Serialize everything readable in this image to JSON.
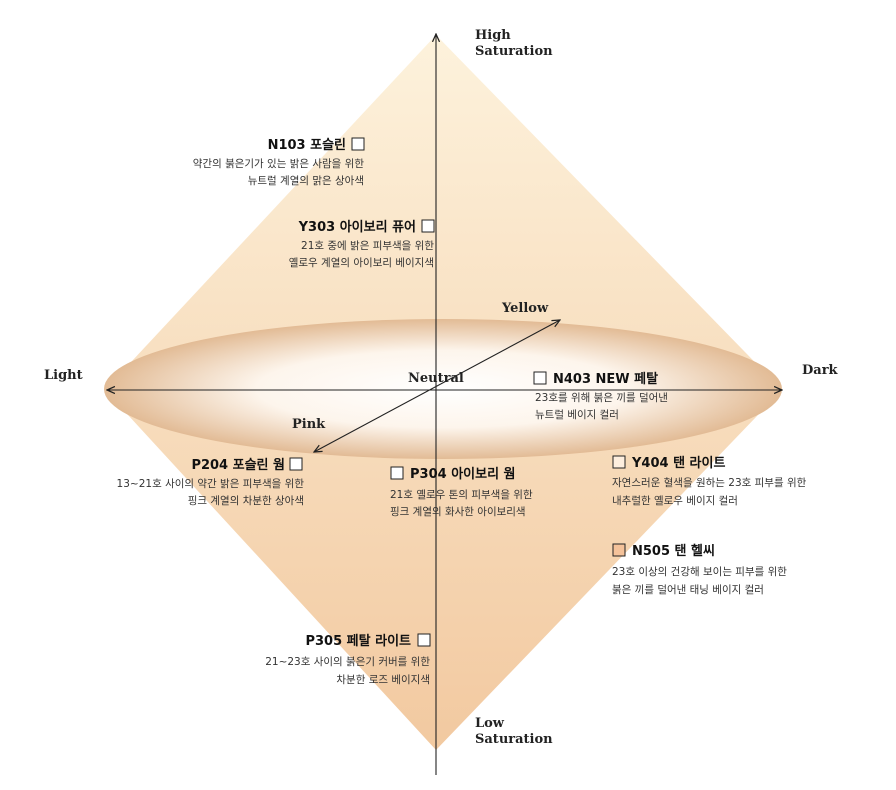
{
  "axes": {
    "top_line1": "High",
    "top_line2": "Saturation",
    "bottom_line1": "Low",
    "bottom_line2": "Saturation",
    "left": "Light",
    "right": "Dark",
    "yellow": "Yellow",
    "pink": "Pink",
    "neutral": "Neutral"
  },
  "colors": {
    "diamond_top": "#fdf2dc",
    "diamond_bottom": "#f2c9a0",
    "ellipse_center": "#ffffff",
    "ellipse_edge": "#e2bb95",
    "swatch_y404": "#fdeede",
    "swatch_n505": "#f4c29a"
  },
  "items": [
    {
      "id": "n103",
      "name": "N103 포슬린",
      "line1": "약간의 붉은기가 있는 밝은 사람을 위한",
      "line2": "뉴트럴 계열의 맑은 상아색"
    },
    {
      "id": "y303",
      "name": "Y303 아이보리 퓨어",
      "line1": "21호 중에 밝은 피부색을 위한",
      "line2": "옐로우 계열의 아이보리 베이지색"
    },
    {
      "id": "n403",
      "name": "N403 NEW 페탈",
      "line1": "23호를 위해 붉은 끼를 덜어낸",
      "line2": "뉴트럴 베이지 컬러"
    },
    {
      "id": "p204",
      "name": "P204 포슬린 웜",
      "line1": "13~21호 사이의 약간 밝은 피부색을 위한",
      "line2": "핑크 계열의 차분한 상아색"
    },
    {
      "id": "p304",
      "name": "P304 아이보리 웜",
      "line1": "21호 옐로우 톤의 피부색을 위한",
      "line2": "핑크 계열의 화사한 아이보리색"
    },
    {
      "id": "y404",
      "name": "Y404 탠 라이트",
      "line1": "자연스러운 혈색을 원하는 23호 피부를 위한",
      "line2": "내추럴한 옐로우 베이지 컬러"
    },
    {
      "id": "n505",
      "name": "N505 탠 헬씨",
      "line1": "23호 이상의 건강해 보이는 피부를 위한",
      "line2": "붉은 끼를 덜어낸 태닝 베이지 컬러"
    },
    {
      "id": "p305",
      "name": "P305 페탈 라이트",
      "line1": "21~23호 사이의 붉은기 커버를 위한",
      "line2": "차분한 로즈 베이지색"
    }
  ]
}
